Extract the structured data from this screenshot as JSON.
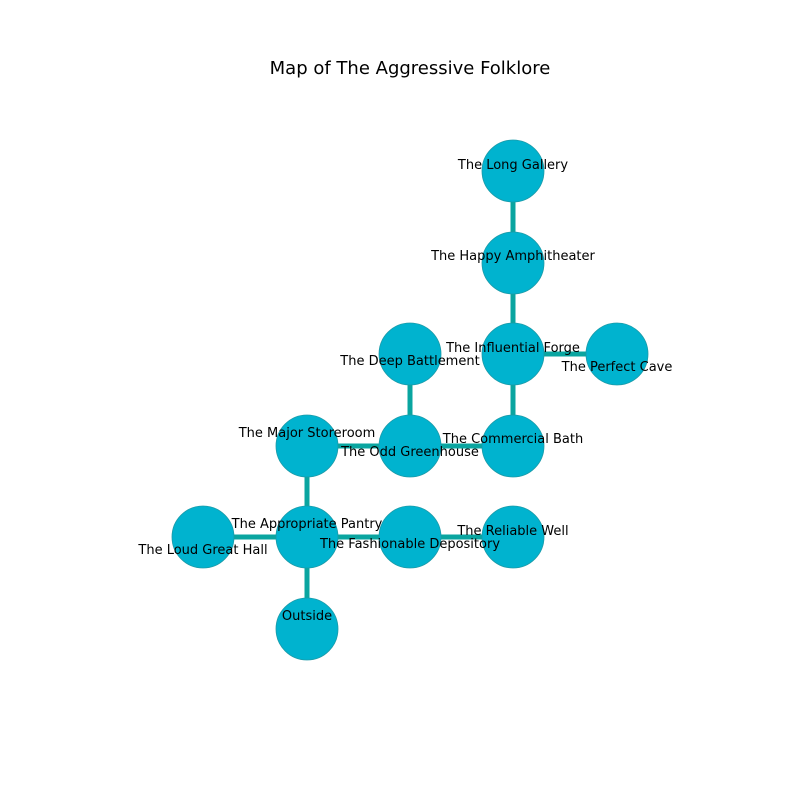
{
  "title": "Map of The Aggressive Folklore",
  "colors": {
    "node": "#00b3cf",
    "node_edge": "#1a9aa8",
    "edge": "#0aa5a0"
  },
  "rooms": {
    "long_gallery": "The Long Gallery",
    "happy_amphitheater": "The Happy Amphitheater",
    "influential_forge": "The Influential Forge",
    "perfect_cave": "The Perfect Cave",
    "deep_battlement": "The Deep Battlement",
    "major_storeroom": "The Major Storeroom",
    "odd_greenhouse": "The Odd Greenhouse",
    "commercial_bath": "The Commercial Bath",
    "appropriate_pantry": "The Appropriate Pantry",
    "loud_great_hall": "The Loud Great Hall",
    "fashionable_depository": "The Fashionable Depository",
    "reliable_well": "The Reliable Well",
    "outside": "Outside"
  },
  "connections": [
    [
      "long_gallery",
      "happy_amphitheater"
    ],
    [
      "happy_amphitheater",
      "influential_forge"
    ],
    [
      "influential_forge",
      "perfect_cave"
    ],
    [
      "influential_forge",
      "commercial_bath"
    ],
    [
      "deep_battlement",
      "odd_greenhouse"
    ],
    [
      "major_storeroom",
      "odd_greenhouse"
    ],
    [
      "odd_greenhouse",
      "commercial_bath"
    ],
    [
      "major_storeroom",
      "appropriate_pantry"
    ],
    [
      "loud_great_hall",
      "appropriate_pantry"
    ],
    [
      "appropriate_pantry",
      "fashionable_depository"
    ],
    [
      "fashionable_depository",
      "reliable_well"
    ],
    [
      "appropriate_pantry",
      "outside"
    ]
  ]
}
